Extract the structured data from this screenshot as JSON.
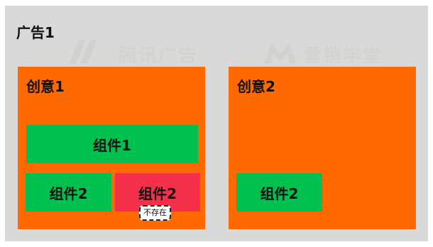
{
  "ad": {
    "title": "广告1"
  },
  "watermark": {
    "left_text": "腾讯广告",
    "right_text": "营销学堂"
  },
  "creatives": [
    {
      "title": "创意1",
      "components": [
        {
          "label": "组件1"
        },
        {
          "label": "组件2"
        },
        {
          "label": "组件2",
          "status": "不存在"
        }
      ]
    },
    {
      "title": "创意2",
      "components": [
        {
          "label": "组件2"
        }
      ]
    }
  ],
  "colors": {
    "ad_background": "#d9d9d9",
    "creative": "#ff6a00",
    "component": "#00c050",
    "missing_component": "#f5304a"
  }
}
